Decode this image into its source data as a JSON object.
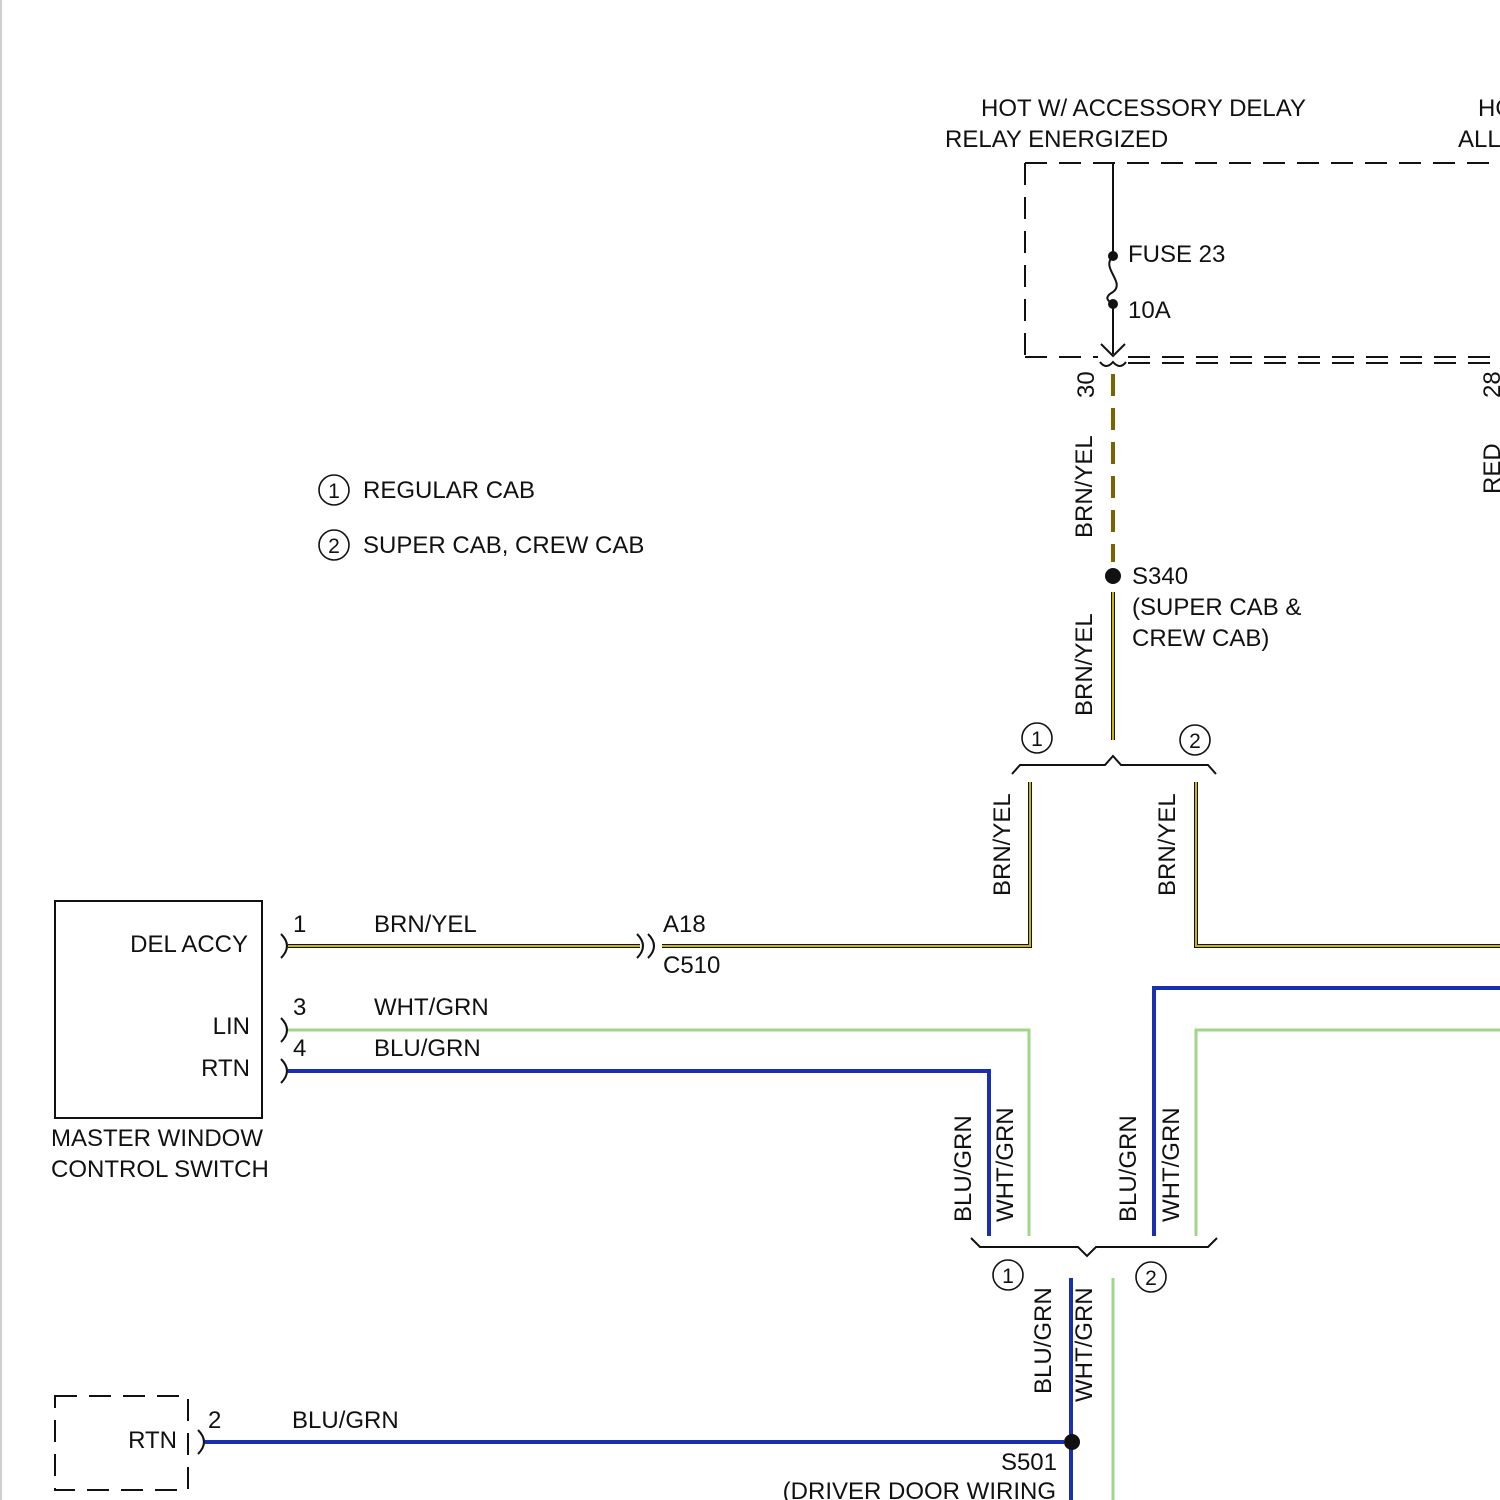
{
  "power_source": {
    "line1": "HOT W/ ACCESSORY DELAY",
    "line2": "RELAY ENERGIZED",
    "clipped_line1": "HO",
    "clipped_line2": "ALL"
  },
  "fuse": {
    "name": "FUSE 23",
    "rating": "10A"
  },
  "fuse_box_pins": {
    "left": "30",
    "right": "28"
  },
  "legend": [
    {
      "num": "1",
      "label": "REGULAR CAB"
    },
    {
      "num": "2",
      "label": "SUPER CAB, CREW CAB"
    }
  ],
  "splices": {
    "s340": {
      "name": "S340",
      "line1": "(SUPER CAB &",
      "line2": "CREW CAB)"
    },
    "s501": {
      "name": "S501",
      "line1": "(DRIVER DOOR WIRING"
    }
  },
  "connector": {
    "name": "C510",
    "pin": "A18"
  },
  "branch_markers": {
    "upper_left": "1",
    "upper_right": "2",
    "lower_left": "1",
    "lower_right": "2"
  },
  "master_switch": {
    "label_line1": "MASTER WINDOW",
    "label_line2": "CONTROL SWITCH",
    "pins": [
      {
        "name": "DEL ACCY",
        "num": "1",
        "wire": "BRN/YEL"
      },
      {
        "name": "LIN",
        "num": "3",
        "wire": "WHT/GRN"
      },
      {
        "name": "RTN",
        "num": "4",
        "wire": "BLU/GRN"
      }
    ]
  },
  "lower_component": {
    "pin_name": "RTN",
    "pin_num": "2",
    "wire": "BLU/GRN"
  },
  "wire_labels": {
    "v_fuse_brnyel": "BRN/YEL",
    "v_s340_brnyel": "BRN/YEL",
    "v_left_brnyel": "BRN/YEL",
    "v_right_brnyel": "BRN/YEL",
    "v_left_blugrn": "BLU/GRN",
    "v_left_whtgrn": "WHT/GRN",
    "v_right_blugrn": "BLU/GRN",
    "v_right_whtgrn": "WHT/GRN",
    "v_bottom_blugrn": "BLU/GRN",
    "v_bottom_whtgrn": "WHT/GRN",
    "v_red_clipped": "RED"
  },
  "colors": {
    "brn_yel": "#c9b800",
    "brn_yel_dashed": "#7a6400",
    "blu_grn": "#1a2fb0",
    "wht_grn": "#9fd68a",
    "line": "#111111"
  }
}
